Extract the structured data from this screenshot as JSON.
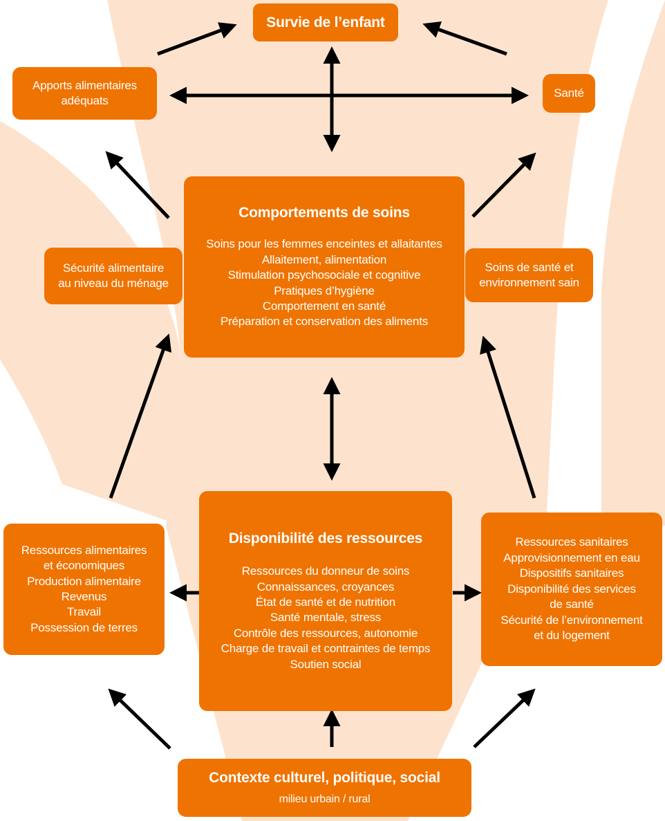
{
  "colors": {
    "box": "#ef7300",
    "background_shape": "#fde3cd",
    "arrow": "#000000"
  },
  "top": {
    "title": "Survie de l’enfant"
  },
  "apports": {
    "lines": [
      "Apports alimentaires",
      "adéquats"
    ]
  },
  "sante": {
    "text": "Santé"
  },
  "comportements": {
    "title": "Comportements de soins",
    "items": [
      "Soins pour les femmes enceintes et allaitantes",
      "Allaitement, alimentation",
      "Stimulation psychosociale et cognitive",
      "Pratiques d’hygiène",
      "Comportement en santé",
      "Préparation et conservation des aliments"
    ]
  },
  "securite": {
    "lines": [
      "Sécurité alimentaire",
      "au niveau du ménage"
    ]
  },
  "soins_sante": {
    "lines": [
      "Soins de santé et",
      "environnement sain"
    ]
  },
  "disponibilite": {
    "title": "Disponibilité des ressources",
    "items": [
      "Ressources du donneur de soins",
      "Connaissances, croyances",
      "État de santé et de nutrition",
      "Santé mentale, stress",
      "Contrôle des ressources, autonomie",
      "Charge de travail et contraintes de temps",
      "Soutien social"
    ]
  },
  "ressources_alim": {
    "lines": [
      "Ressources alimentaires",
      "et économiques",
      "Production alimentaire",
      "Revenus",
      "Travail",
      "Possession de terres"
    ]
  },
  "ressources_san": {
    "lines": [
      "Ressources sanitaires",
      "Approvisionnement en eau",
      "Dispositifs sanitaires",
      "Disponibilité des services",
      "de santé",
      "Sécurité de l’environnement",
      "et du logement"
    ]
  },
  "contexte": {
    "title": "Contexte culturel, politique, social",
    "subtitle": "milieu urbain / rural"
  }
}
